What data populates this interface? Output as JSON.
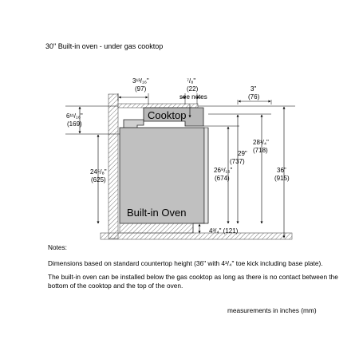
{
  "title": "30\" Built-in oven - under gas cooktop",
  "labels": {
    "cooktop": "Cooktop",
    "oven": "Built-in Oven",
    "see_notes": "see notes"
  },
  "dimensions": {
    "d_3_13_16": "3¹³/₁₆\"",
    "d_97": "(97)",
    "d_7_8": "⁷/₈\"",
    "d_22": "(22)",
    "d_3": "3\"",
    "d_76": "(76)",
    "d_6_11_16": "6¹¹/₁₆\"",
    "d_169": "(169)",
    "d_28_1_4": "28¹/₄\"",
    "d_718": "(718)",
    "d_29": "29\"",
    "d_737": "(737)",
    "d_36": "36\"",
    "d_915": "(915)",
    "d_24_5_8": "24⁵/₈\"",
    "d_625": "(625)",
    "d_26_9_16": "26⁹/₁₆\"",
    "d_674": "(674)",
    "d_base": "4³/₄\" (121)"
  },
  "notes": {
    "heading": "Notes:",
    "p1": "Dimensions based on standard countertop height (36\" with 4³/₄\" toe kick including base plate).",
    "p2": "The built-in oven can be installed below the gas cooktop as long as there is no contact between the bottom of the cooktop and the top of the oven."
  },
  "units_note": "measurements in inches (mm)"
}
